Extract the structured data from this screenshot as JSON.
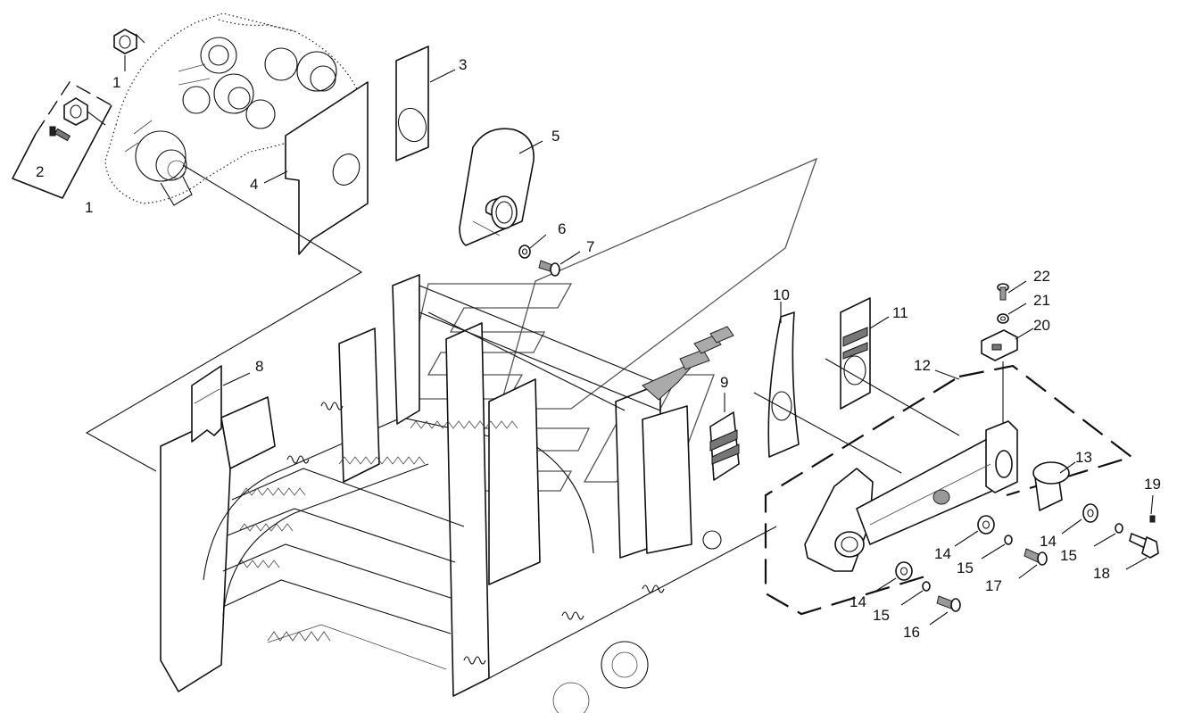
{
  "diagram": {
    "callouts": [
      {
        "id": "c1a",
        "text": "1"
      },
      {
        "id": "c1b",
        "text": "1"
      },
      {
        "id": "c2",
        "text": "2"
      },
      {
        "id": "c3",
        "text": "3"
      },
      {
        "id": "c4",
        "text": "4"
      },
      {
        "id": "c5",
        "text": "5"
      },
      {
        "id": "c6",
        "text": "6"
      },
      {
        "id": "c7",
        "text": "7"
      },
      {
        "id": "c8",
        "text": "8"
      },
      {
        "id": "c9",
        "text": "9"
      },
      {
        "id": "c10",
        "text": "10"
      },
      {
        "id": "c11",
        "text": "11"
      },
      {
        "id": "c12",
        "text": "12"
      },
      {
        "id": "c13",
        "text": "13"
      },
      {
        "id": "c14a",
        "text": "14"
      },
      {
        "id": "c14b",
        "text": "14"
      },
      {
        "id": "c14c",
        "text": "14"
      },
      {
        "id": "c15a",
        "text": "15"
      },
      {
        "id": "c15b",
        "text": "15"
      },
      {
        "id": "c15c",
        "text": "15"
      },
      {
        "id": "c16",
        "text": "16"
      },
      {
        "id": "c17",
        "text": "17"
      },
      {
        "id": "c18",
        "text": "18"
      },
      {
        "id": "c19",
        "text": "19"
      },
      {
        "id": "c20",
        "text": "20"
      },
      {
        "id": "c21",
        "text": "21"
      },
      {
        "id": "c22",
        "text": "22"
      }
    ]
  }
}
